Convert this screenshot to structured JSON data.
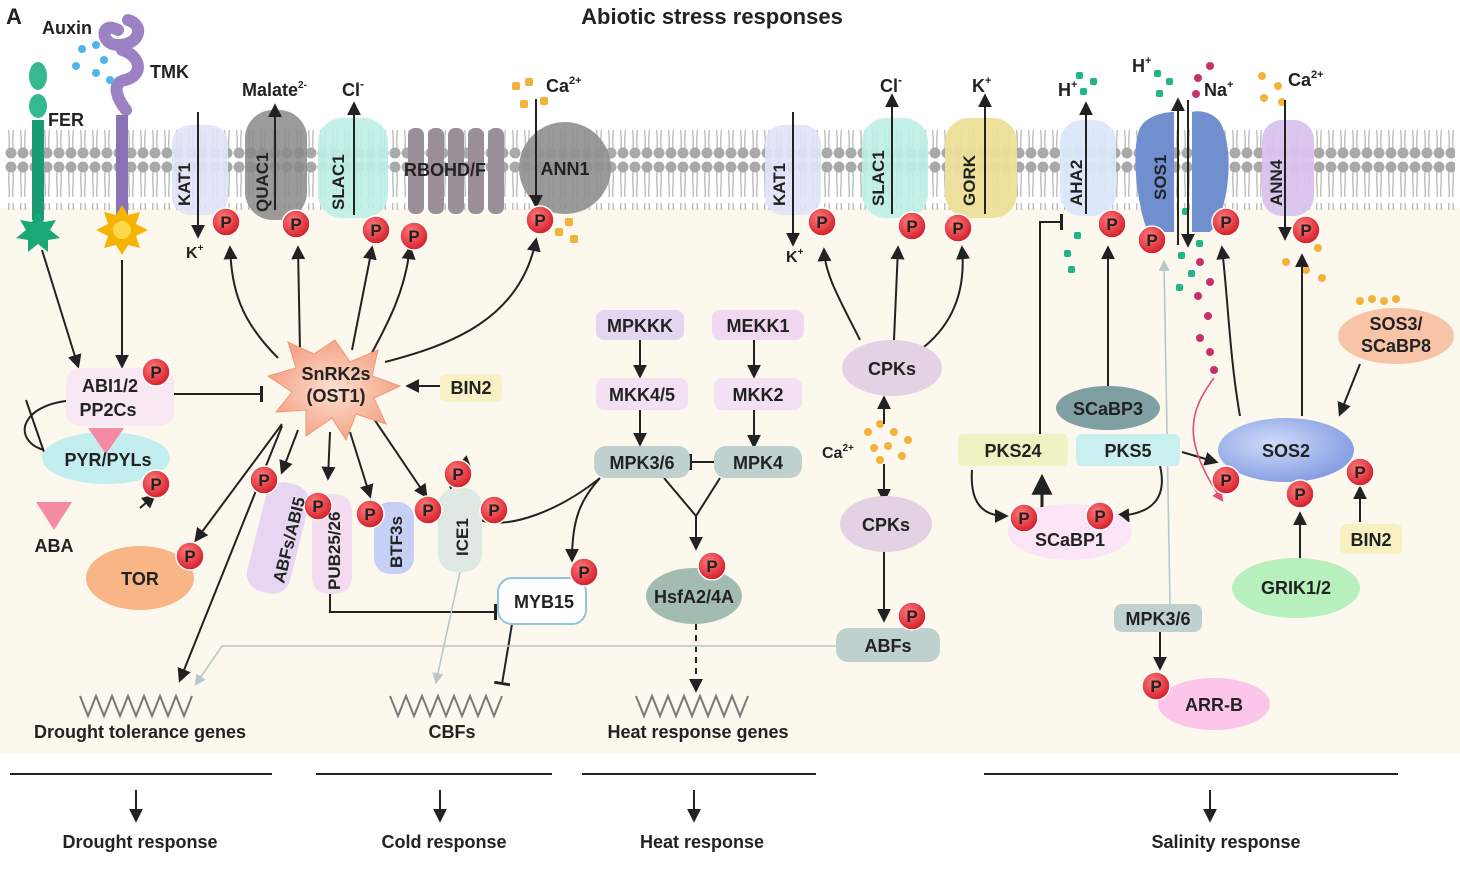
{
  "panel_letter": "A",
  "title": "Abiotic stress responses",
  "ions": {
    "auxin": "Auxin",
    "malate": "Malate",
    "malate_sup": "2-",
    "cl": "Cl",
    "cl_sup": "-",
    "ca": "Ca",
    "ca_sup": "2+",
    "k": "K",
    "k_sup": "+",
    "h": "H",
    "h_sup": "+",
    "na": "Na",
    "na_sup": "+"
  },
  "membrane": {
    "fer": "FER",
    "tmk": "TMK",
    "kat1": "KAT1",
    "quac1": "QUAC1",
    "slac1": "SLAC1",
    "rbohd": "RBOHD/F",
    "ann1": "ANN1",
    "gork": "GORK",
    "aha2": "AHA2",
    "sos1": "SOS1",
    "ann4": "ANN4"
  },
  "nodes": {
    "abi": "ABI1/2",
    "pp2cs": "PP2Cs",
    "pyr": "PYR/PYLs",
    "aba": "ABA",
    "tor": "TOR",
    "snrk": "SnRK2s",
    "ost1": "(OST1)",
    "bin2": "BIN2",
    "abfs_abi5": "ABFs/ABI5",
    "pub": "PUB25/26",
    "btf3s": "BTF3s",
    "ice1": "ICE1",
    "myb15": "MYB15",
    "mpkkk": "MPKKK",
    "mekk1": "MEKK1",
    "mkk45": "MKK4/5",
    "mkk2": "MKK2",
    "mpk36": "MPK3/6",
    "mpk4": "MPK4",
    "hsfa": "HsfA2/4A",
    "cpks": "CPKs",
    "abfs": "ABFs",
    "scabp3": "SCaBP3",
    "pks24": "PKS24",
    "pks5": "PKS5",
    "scabp1": "SCaBP1",
    "sos2": "SOS2",
    "sos3": "SOS3/",
    "scabp8": "SCaBP8",
    "grik": "GRIK1/2",
    "arrb": "ARR-B",
    "p": "P"
  },
  "genes": {
    "drought": "Drought tolerance genes",
    "cbfs": "CBFs",
    "heat": "Heat response genes"
  },
  "responses": {
    "drought": "Drought response",
    "cold": "Cold response",
    "heat": "Heat response",
    "salinity": "Salinity response"
  },
  "colors": {
    "phospho": "#e8323c",
    "snrk": "#f6a58c",
    "membrane_head": "#a9a9a9",
    "cytoplasm": "#fdf8ee",
    "fer": "#1a9b73",
    "tmk": "#9a82c4",
    "calcium": "#f2b23c",
    "proton": "#20b68a",
    "sodium": "#c8306a"
  }
}
